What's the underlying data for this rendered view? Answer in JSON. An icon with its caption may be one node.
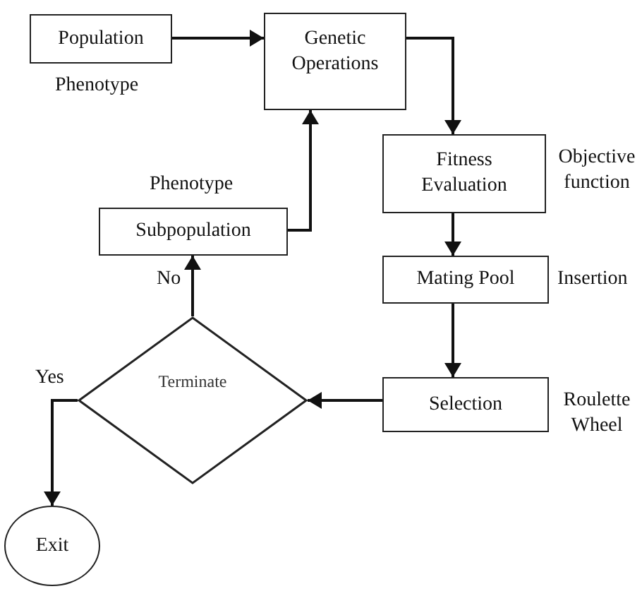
{
  "diagram": {
    "nodes": [
      {
        "text": [
          "Population"
        ],
        "beside": [
          "Phenotype"
        ]
      },
      {
        "text": [
          "Genetic Operations"
        ]
      },
      {
        "text": [
          "Fitness Evaluation"
        ],
        "beside": [
          "Objective function"
        ]
      },
      {
        "text": [
          "Mating Pool"
        ],
        "beside": [
          "Insertion"
        ]
      },
      {
        "text": [
          "Selection"
        ],
        "beside": [
          "Roulette Wheel"
        ]
      },
      {
        "text": [
          "Terminate"
        ]
      },
      {
        "text": [
          "Subpopulation"
        ],
        "beside": [
          "Phenotype"
        ]
      },
      {
        "text": [
          "Exit"
        ]
      }
    ],
    "edges": [
      {
        "from": 0,
        "to": 1,
        "arrow": "to"
      },
      {
        "from": 1,
        "to": 2,
        "arrow": "to"
      },
      {
        "from": 2,
        "to": 3,
        "arrow": "to"
      },
      {
        "from": 3,
        "to": 4,
        "arrow": "to"
      },
      {
        "from": 4,
        "to": 5,
        "arrow": "to"
      },
      {
        "from": 5,
        "to": 6,
        "arrow": "to",
        "label": "No"
      },
      {
        "from": 6,
        "to": 1,
        "arrow": "to"
      },
      {
        "from": 5,
        "to": 7,
        "arrow": "to",
        "label": "Yes"
      }
    ]
  }
}
